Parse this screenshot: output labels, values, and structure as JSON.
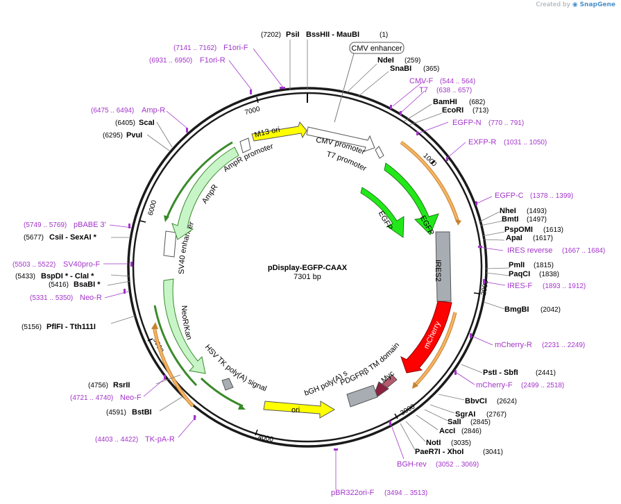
{
  "credit": {
    "prefix": "Created by",
    "brand": "SnapGene"
  },
  "plasmid": {
    "name": "pDisplay-EGFP-CAAX",
    "length": "7301 bp"
  },
  "ring_ticks": [
    "1000",
    "2000",
    "3000",
    "4000",
    "5000",
    "6000",
    "7000"
  ],
  "features": {
    "cmv_enhancer": "CMV enhancer",
    "cmv_promoter": "CMV promoter",
    "t7_promoter": "T7 promoter",
    "egfp_outer": "EGFP",
    "egfp_inner": "EGFP",
    "ires2": "IRES2",
    "mcherry": "mCherry",
    "myc": "Myc",
    "pdgfrb": "PDGFRβ TM domain",
    "bgh": "bGH poly(A) signal",
    "ori": "ori",
    "hsv": "HSV TK poly(A) signal",
    "neor": "NeoR/KanR",
    "sv40": "SV40 enhancer",
    "ampr": "AmpR",
    "ampr_promoter": "AmpR promoter",
    "m13": "M13 ori"
  },
  "enzymes": {
    "psi": {
      "name": "PsiI",
      "pos": "(7202)"
    },
    "bsshii": {
      "name": "BssHII - MauBI",
      "pos": "(1)"
    },
    "ndei": {
      "name": "NdeI",
      "pos": "(259)"
    },
    "snabi": {
      "name": "SnaBI",
      "pos": "(365)"
    },
    "bamhi": {
      "name": "BamHI",
      "pos": "(682)"
    },
    "ecori": {
      "name": "EcoRI",
      "pos": "(713)"
    },
    "nhei": {
      "name": "NheI",
      "pos": "(1493)"
    },
    "bmti": {
      "name": "BmtI",
      "pos": "(1497)"
    },
    "psp": {
      "name": "PspOMI",
      "pos": "(1613)"
    },
    "apai": {
      "name": "ApaI",
      "pos": "(1617)"
    },
    "pmli": {
      "name": "PmlI",
      "pos": "(1815)"
    },
    "paqci": {
      "name": "PaqCI",
      "pos": "(1838)"
    },
    "bmgbi": {
      "name": "BmgBI",
      "pos": "(2042)"
    },
    "psti": {
      "name": "PstI - SbfI",
      "pos": "(2441)"
    },
    "bbvci": {
      "name": "BbvCI",
      "pos": "(2624)"
    },
    "sgrai": {
      "name": "SgrAI",
      "pos": "(2767)"
    },
    "sali": {
      "name": "SalI",
      "pos": "(2845)"
    },
    "acci": {
      "name": "AccI",
      "pos": "(2846)"
    },
    "noti": {
      "name": "NotI",
      "pos": "(3035)"
    },
    "paer7i": {
      "name": "PaeR7I - XhoI",
      "pos": "(3041)"
    },
    "bstbi": {
      "name": "BstBI",
      "pos": "(4591)"
    },
    "rsrii": {
      "name": "RsrII",
      "pos": "(4756)"
    },
    "pflfi": {
      "name": "PflFI - Tth111I",
      "pos": "(5156)"
    },
    "bsabi": {
      "name": "BsaBI *",
      "pos": "(5416)"
    },
    "bspdi": {
      "name": "BspDI * - ClaI *",
      "pos": "(5433)"
    },
    "csii": {
      "name": "CsiI - SexAI *",
      "pos": "(5677)"
    },
    "pvui": {
      "name": "PvuI",
      "pos": "(6295)"
    },
    "scai": {
      "name": "ScaI",
      "pos": "(6405)"
    }
  },
  "primers": {
    "f1ori_f": {
      "name": "F1ori-F",
      "pos": "(7141 .. 7162)"
    },
    "f1ori_r": {
      "name": "F1ori-R",
      "pos": "(6931 .. 6950)"
    },
    "amp_r": {
      "name": "Amp-R",
      "pos": "(6475 .. 6494)"
    },
    "cmv_f": {
      "name": "CMV-F",
      "pos": "(544 .. 564)"
    },
    "t7": {
      "name": "T7",
      "pos": "(638 .. 657)"
    },
    "egfp_n": {
      "name": "EGFP-N",
      "pos": "(770 .. 791)"
    },
    "exfp_r": {
      "name": "EXFP-R",
      "pos": "(1031 .. 1050)"
    },
    "egfp_c": {
      "name": "EGFP-C",
      "pos": "(1378 .. 1399)"
    },
    "ires_rev": {
      "name": "IRES reverse",
      "pos": "(1667 .. 1684)"
    },
    "ires_f": {
      "name": "IRES-F",
      "pos": "(1893 .. 1912)"
    },
    "mcherry_r": {
      "name": "mCherry-R",
      "pos": "(2231 .. 2249)"
    },
    "mcherry_f": {
      "name": "mCherry-F",
      "pos": "(2499 .. 2518)"
    },
    "bgh_rev": {
      "name": "BGH-rev",
      "pos": "(3052 .. 3069)"
    },
    "pbr322": {
      "name": "pBR322ori-F",
      "pos": "(3494 .. 3513)"
    },
    "tk_pa_r": {
      "name": "TK-pA-R",
      "pos": "(4403 .. 4422)"
    },
    "neo_f": {
      "name": "Neo-F",
      "pos": "(4721 .. 4740)"
    },
    "neo_r": {
      "name": "Neo-R",
      "pos": "(5331 .. 5350)"
    },
    "sv40pro_f": {
      "name": "SV40pro-F",
      "pos": "(5503 .. 5522)"
    },
    "pbabe3": {
      "name": "pBABE 3'",
      "pos": "(5749 .. 5769)"
    }
  },
  "colors": {
    "backbone": "#1a1a1a",
    "primer": "#a233c9",
    "egfp": "#22e81a",
    "mcherry": "#ff0000",
    "ires": "#a8adb3",
    "ori": "#ffff00",
    "marker": "#c8f5c8",
    "primer_arc": "#f5b565",
    "myc": "#8a2240"
  }
}
